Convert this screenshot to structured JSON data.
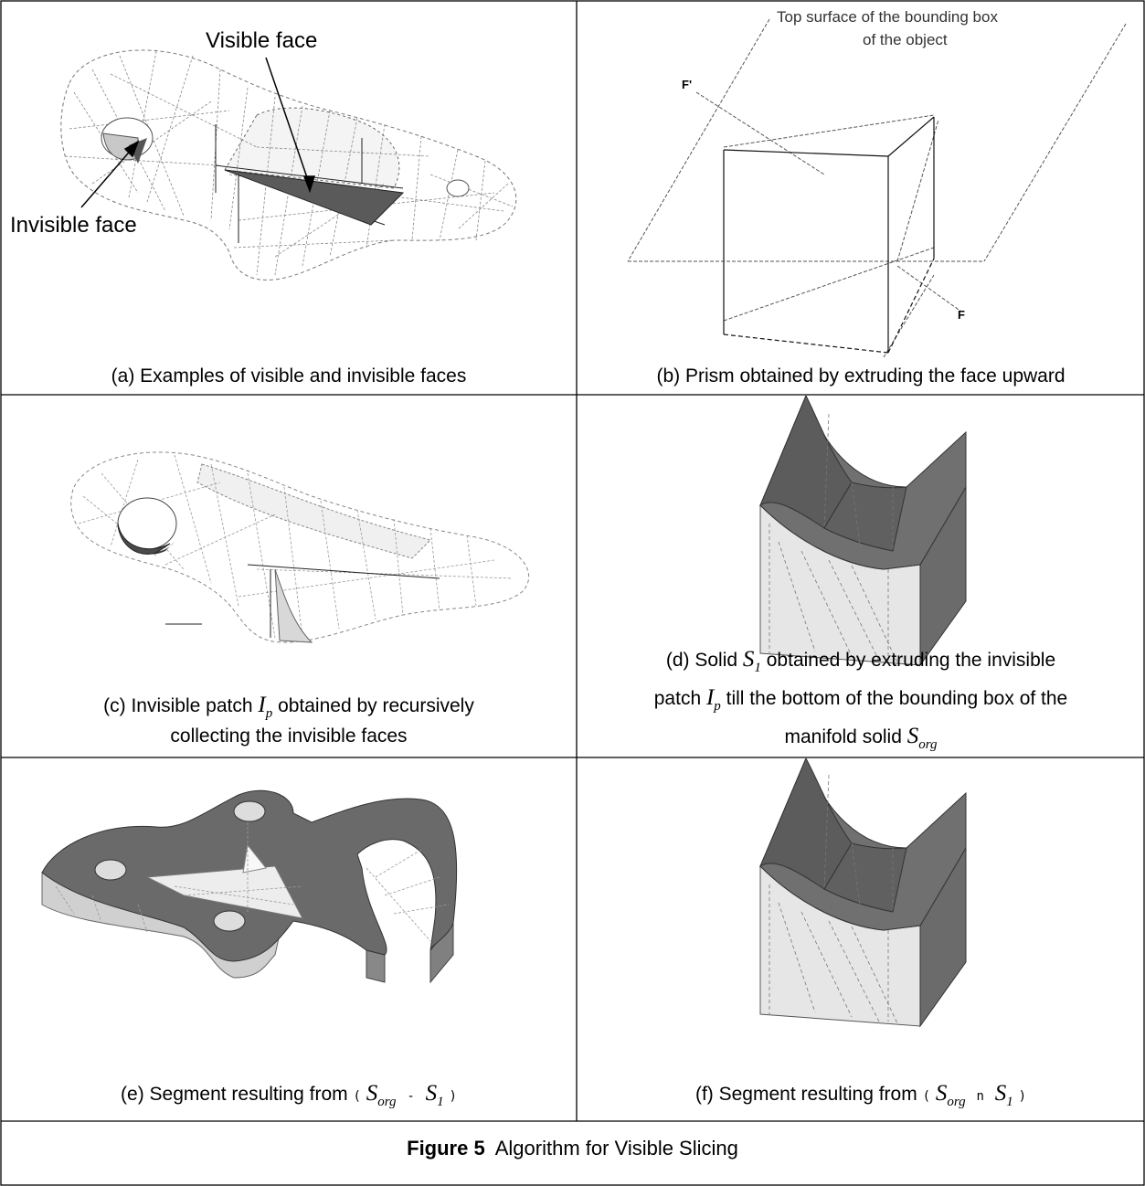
{
  "panel_a": {
    "visible_label": "Visible face",
    "invisible_label": "Invisible face",
    "caption": "(a) Examples of visible and invisible faces"
  },
  "panel_b": {
    "top_label_line1": "Top surface of the bounding box",
    "top_label_line2": "of the object",
    "f_prime": "F'",
    "f": "F",
    "caption": "(b) Prism obtained by extruding the face upward"
  },
  "panel_c": {
    "caption_part1": "(c) Invisible patch",
    "symbol_I": "I",
    "sub_p": "p",
    "caption_part2": "obtained by recursively",
    "caption_line2": "collecting the invisible faces"
  },
  "panel_d": {
    "caption_part1": "(d) Solid",
    "symbol_S": "S",
    "sub_1": "1",
    "caption_part2": "obtained by extruding the invisible",
    "caption_line2a": "patch",
    "symbol_I": "I",
    "sub_p": "p",
    "caption_line2b": "till the bottom of the bounding box of the",
    "caption_line3": "manifold solid",
    "symbol_S2": "S",
    "sub_org": "org"
  },
  "panel_e": {
    "caption_part1": "(e) Segment resulting from",
    "paren_open": "(",
    "symbol_S": "S",
    "sub_org": "org",
    "operator": "-",
    "symbol_S2": "S",
    "sub_1": "1",
    "paren_close": ")"
  },
  "panel_f": {
    "caption_part1": "(f) Segment resulting from",
    "paren_open": "(",
    "symbol_S": "S",
    "sub_org": "org",
    "operator": "n",
    "symbol_S2": "S",
    "sub_1": "1",
    "paren_close": ")"
  },
  "figure": {
    "label": "Figure 5",
    "title": "Algorithm for Visible Slicing"
  }
}
